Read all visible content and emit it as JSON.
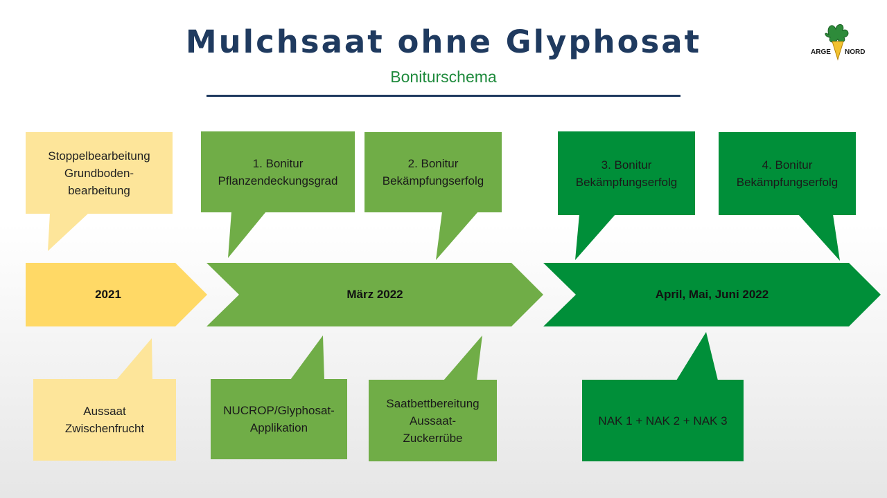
{
  "header": {
    "title": "Mulchsaat ohne Glyphosat",
    "subtitle": "Boniturschema"
  },
  "logo": {
    "left_text": "ARGE",
    "right_text": "NORD"
  },
  "timeline": [
    {
      "label": "2021",
      "color": "#ffd966"
    },
    {
      "label": "März 2022",
      "color": "#70ad47"
    },
    {
      "label": "April, Mai, Juni 2022",
      "color": "#008f39"
    }
  ],
  "callouts_top": [
    {
      "lines": [
        "Stoppelbearbeitung",
        "Grundboden-",
        "bearbeitung"
      ],
      "color": "#fde59a"
    },
    {
      "lines": [
        "1. Bonitur",
        "Pflanzendeckungsgrad"
      ],
      "color": "#70ad47"
    },
    {
      "lines": [
        "2. Bonitur",
        "Bekämpfungserfolg"
      ],
      "color": "#70ad47"
    },
    {
      "lines": [
        "3. Bonitur",
        "Bekämpfungserfolg"
      ],
      "color": "#008f39"
    },
    {
      "lines": [
        "4. Bonitur",
        "Bekämpfungserfolg"
      ],
      "color": "#008f39"
    }
  ],
  "callouts_bottom": [
    {
      "lines": [
        "Aussaat",
        "Zwischenfrucht"
      ],
      "color": "#fde59a"
    },
    {
      "lines": [
        "NUCROP/Glyphosat-",
        "Applikation"
      ],
      "color": "#70ad47"
    },
    {
      "lines": [
        "Saatbettbereitung",
        "Aussaat-",
        "Zuckerrübe"
      ],
      "color": "#70ad47"
    },
    {
      "lines": [
        "NAK 1 + NAK 2 + NAK 3"
      ],
      "color": "#008f39"
    }
  ]
}
